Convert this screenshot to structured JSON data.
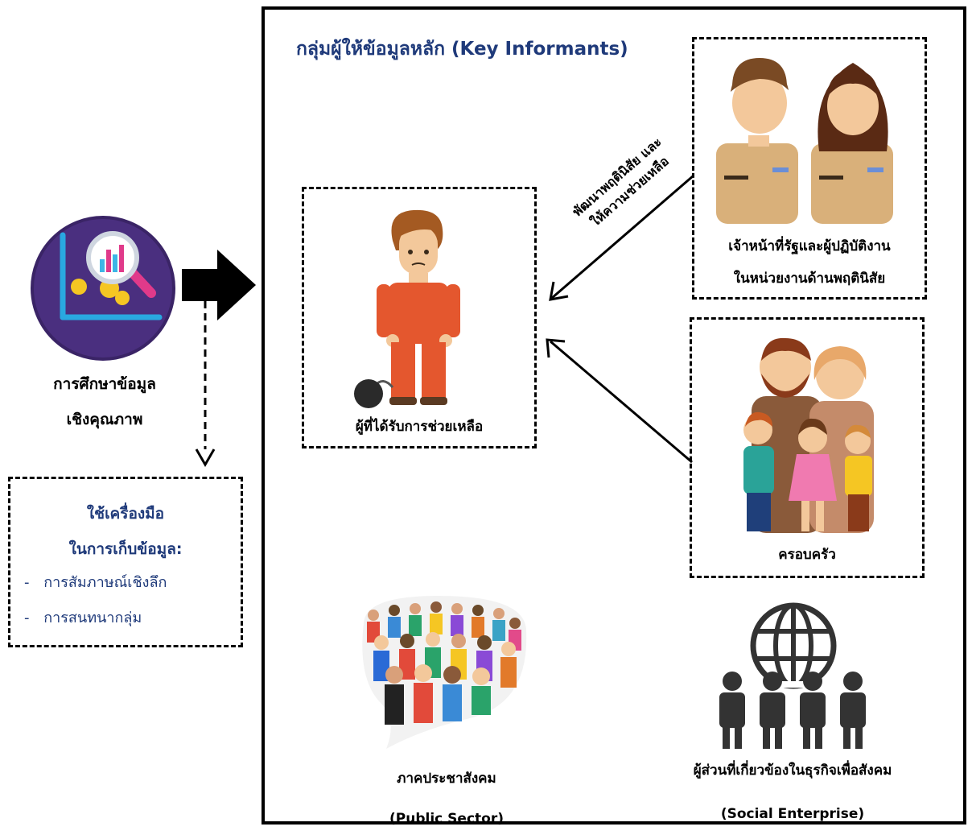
{
  "study": {
    "title_line1": "การศึกษาข้อมูล",
    "title_line2": "เชิงคุณภาพ"
  },
  "tools": {
    "heading_line1": "ใช้เครื่องมือ",
    "heading_line2": "ในการเก็บข้อมูล:",
    "items": [
      {
        "bullet": "-",
        "label": "การสัมภาษณ์เชิงลึก"
      },
      {
        "bullet": "-",
        "label": "การสนทนากลุ่ม"
      }
    ]
  },
  "panel": {
    "title": "กลุ่มผู้ให้ข้อมูลหลัก (Key Informants)"
  },
  "recipient": {
    "label": "ผู้ที่ได้รับการช่วยเหลือ"
  },
  "officials": {
    "label_line1": "เจ้าหน้าที่รัฐและผู้ปฏิบัติงาน",
    "label_line2": "ในหน่วยงานด้านพฤตินิสัย"
  },
  "arrow_label": {
    "line1": "พัฒนาพฤตินิสัย และ",
    "line2": "ให้ความช่วยเหลือ"
  },
  "family": {
    "label": "ครอบครัว"
  },
  "public": {
    "label_th": "ภาคประชาสังคม",
    "label_en": "(Public Sector)"
  },
  "social": {
    "label_th": "ผู้ส่วนที่เกี่ยวข้องในธุรกิจเพื่อสังคม",
    "label_en": "(Social Enterprise)"
  },
  "colors": {
    "title_blue": "#1f3a7a",
    "circle_purple": "#4a2f7f",
    "orange": "#e4572e",
    "khaki": "#d9b07a"
  }
}
